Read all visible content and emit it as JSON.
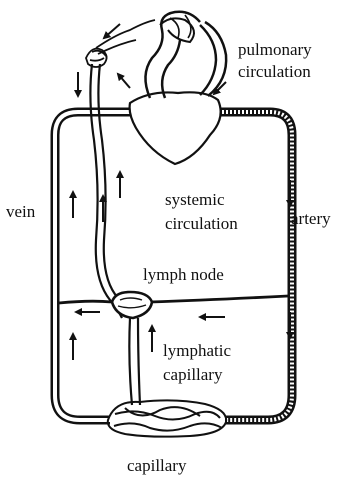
{
  "labels": {
    "pulmonary_line1": "pulmonary",
    "pulmonary_line2": "circulation",
    "vein": "vein",
    "systemic_line1": "systemic",
    "systemic_line2": "circulation",
    "artery": "artery",
    "lymph_node": "lymph node",
    "lymphatic_line1": "lymphatic",
    "lymphatic_line2": "capillary",
    "capillary": "capillary"
  },
  "colors": {
    "ink": "#111111",
    "background": "#ffffff"
  }
}
